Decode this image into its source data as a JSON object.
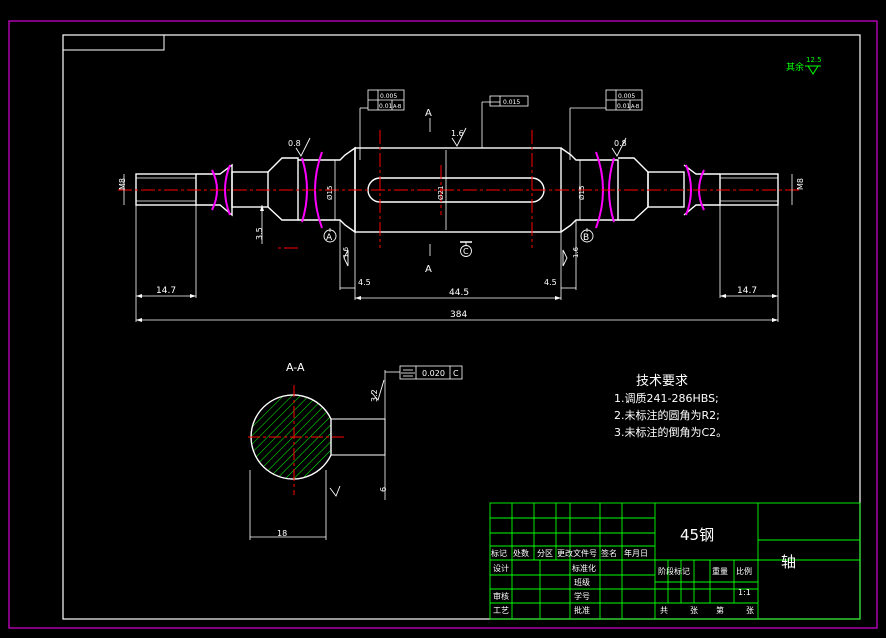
{
  "notes": {
    "title": "技术要求",
    "items": [
      "1.调质241-286HBS;",
      "2.未标注的圆角为R2;",
      "3.未标注的倒角为C2。"
    ]
  },
  "roughness_other": {
    "label": "其余",
    "value": "12.5"
  },
  "dimensions": {
    "thread_left": "M8",
    "thread_right": "M8",
    "len_left": "14.7",
    "len_right": "14.7",
    "total": "384",
    "mid": "44.5",
    "short_left": "4.5",
    "short_right": "4.5",
    "step": "3.5",
    "dia_left": "Ø15",
    "dia_right": "Ø15",
    "dia_mid": "Ø21",
    "section_width": "18",
    "section_depth": "6",
    "section_rough": "3.2"
  },
  "roughness": {
    "left_shoulder": "0.8",
    "right_shoulder": "0.8",
    "top": "1.6",
    "bottom_left": "1.6",
    "bottom_right": "1.6"
  },
  "datums": {
    "a": "A",
    "b": "B",
    "c": "C"
  },
  "section": {
    "mark": "A",
    "title": "A-A"
  },
  "tolerances": {
    "left_top": "0.005",
    "left_bottom": "0.01",
    "left_ref": "A-B",
    "center": "0.015",
    "right_top": "0.005",
    "right_bottom": "0.01",
    "right_ref": "A-B",
    "symmetry": "0.020",
    "symmetry_ref": "C"
  },
  "title_block": {
    "material": "45钢",
    "part_name": "轴",
    "scale": "1:1",
    "header_cells": [
      "标记",
      "处数",
      "分区",
      "更改文件号",
      "签名",
      "年月日"
    ],
    "left_labels": [
      "设计",
      "审核",
      "工艺"
    ],
    "mid_labels": [
      "标准化",
      "班级",
      "学号",
      "批准"
    ],
    "stage_labels": [
      "阶段标记",
      "重量",
      "比例"
    ],
    "sheet_labels": [
      "共",
      "张",
      "第",
      "张"
    ]
  },
  "colors": {
    "frame_outer": "#ff00ff",
    "frame_inner": "#ffffff",
    "centerline": "#ff0000",
    "hatch": "#00ff00",
    "title_block": "#00ff00",
    "dimension": "#ffffff",
    "fillet": "#ff00ff",
    "roughness_note": "#00ff00"
  }
}
